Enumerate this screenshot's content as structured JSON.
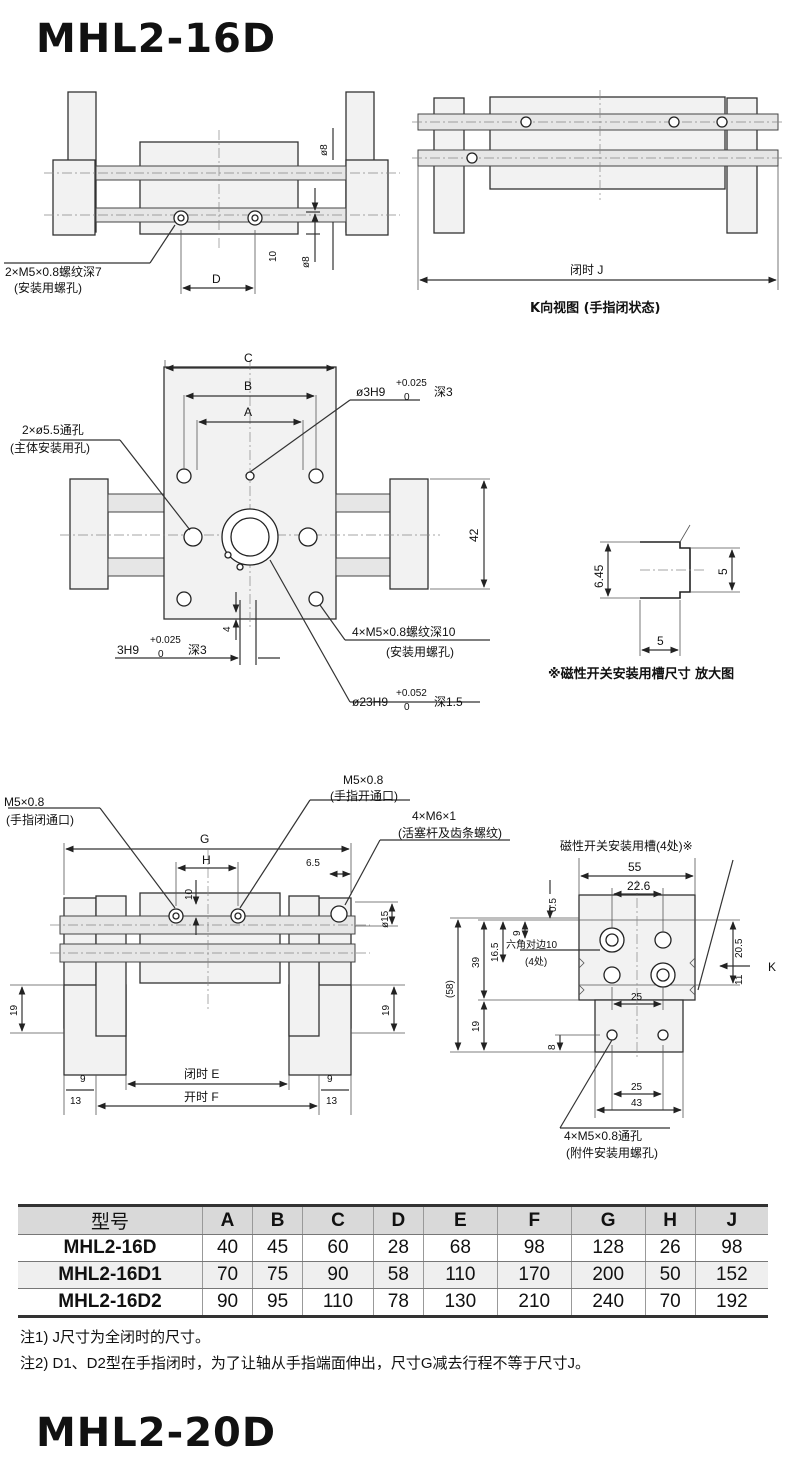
{
  "titles": {
    "top": "MHL2-16D",
    "bottom": "MHL2-20D"
  },
  "view1": {
    "callout_holes": "2×M5×0.8螺纹深7",
    "callout_holes_sub": "(安装用螺孔)",
    "dim_d": "D",
    "dim_10": "10",
    "dim_phi8_top": "ø8",
    "dim_phi8_bottom": "ø8"
  },
  "view_k": {
    "dim_closed_j": "闭时 J",
    "caption": "K向视图 (手指闭状态)"
  },
  "view2": {
    "dim_c": "C",
    "dim_b": "B",
    "dim_a": "A",
    "dim_42": "42",
    "dim_4": "4",
    "thru_holes": "2×ø5.5通孔",
    "thru_holes_sub": "(主体安装用孔)",
    "top_pin": "ø3H9",
    "top_pin_tol_upper": "+0.025",
    "top_pin_tol_lower": "0",
    "top_pin_depth": "深3",
    "left_pin": "3H9",
    "left_pin_tol_upper": "+0.025",
    "left_pin_tol_lower": "0",
    "left_pin_depth": "深3",
    "mount_holes": "4×M5×0.8螺纹深10",
    "mount_holes_sub": "(安装用螺孔)",
    "bore": "ø23H9",
    "bore_tol_upper": "+0.052",
    "bore_tol_lower": "0",
    "bore_depth": "深1.5"
  },
  "slot_detail": {
    "dim_645": "6.45",
    "dim_5v": "5",
    "dim_5h": "5",
    "caption": "※磁性开关安装用槽尺寸 放大图"
  },
  "view3": {
    "port_close": "M5×0.8",
    "port_close_sub": "(手指闭通口)",
    "port_open": "M5×0.8",
    "port_open_sub": "(手指开通口)",
    "piston_thread": "4×M6×1",
    "piston_thread_sub": "(活塞杆及齿条螺纹)",
    "dim_g": "G",
    "dim_h": "H",
    "dim_10": "10",
    "dim_65": "6.5",
    "dim_phi15": "ø15",
    "dim_19_left": "19",
    "dim_19_right": "19",
    "dim_9_left": "9",
    "dim_9_right": "9",
    "dim_13_left": "13",
    "dim_13_right": "13",
    "dim_closed_e": "闭时 E",
    "dim_open_f": "开时 F"
  },
  "view4": {
    "slot_label": "磁性开关安装用槽(4处)※",
    "dim_55": "55",
    "dim_226": "22.6",
    "dim_05": "0.5",
    "dim_9": "9",
    "dim_165": "16.5",
    "dim_39": "39",
    "dim_58": "(58)",
    "dim_19": "19",
    "dim_8": "8",
    "dim_205": "20.5",
    "dim_11": "11",
    "dim_25_top": "25",
    "dim_25_bottom": "25",
    "dim_43": "43",
    "hex_label": "六角对边10",
    "hex_label_sub": "(4处)",
    "k_arrow": "K",
    "bottom_holes": "4×M5×0.8通孔",
    "bottom_holes_sub": "(附件安装用螺孔)"
  },
  "table": {
    "headers": [
      "型号",
      "A",
      "B",
      "C",
      "D",
      "E",
      "F",
      "G",
      "H",
      "J"
    ],
    "rows": [
      [
        "MHL2-16D",
        "40",
        "45",
        "60",
        "28",
        "68",
        "98",
        "128",
        "26",
        "98"
      ],
      [
        "MHL2-16D1",
        "70",
        "75",
        "90",
        "58",
        "110",
        "170",
        "200",
        "50",
        "152"
      ],
      [
        "MHL2-16D2",
        "90",
        "95",
        "110",
        "78",
        "130",
        "210",
        "240",
        "70",
        "192"
      ]
    ]
  },
  "notes": {
    "note1": "注1) J尺寸为全闭时的尺寸。",
    "note2": "注2) D1、D2型在手指闭时，为了让轴从手指端面伸出，尺寸G减去行程不等于尺寸J。"
  }
}
